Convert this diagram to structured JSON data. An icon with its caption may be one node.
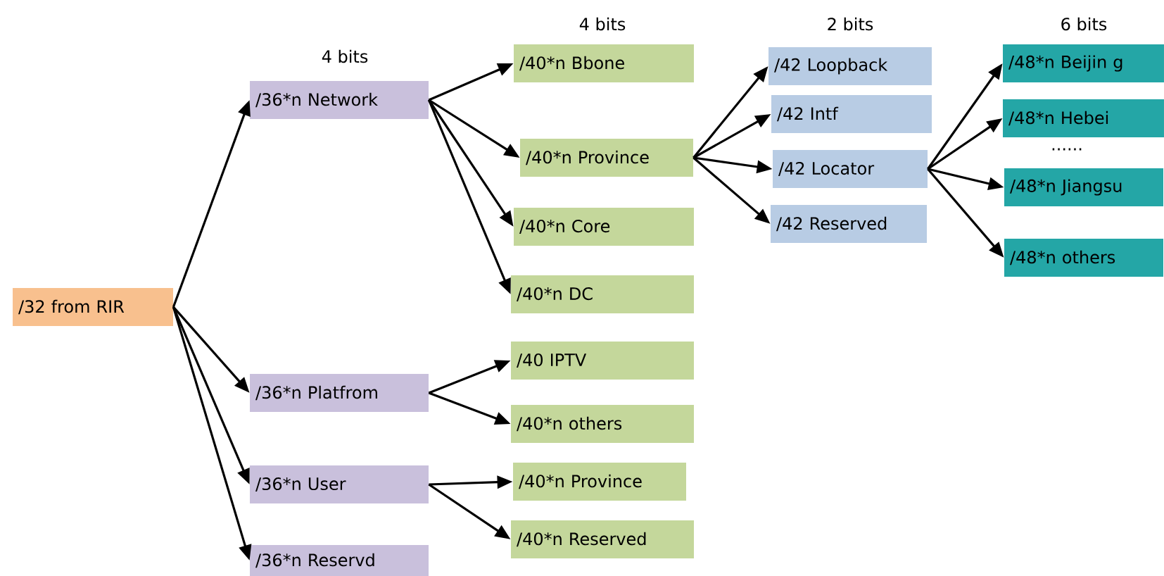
{
  "diagram": {
    "nodes": [
      {
        "text": [
          "/32 from RIR"
        ]
      },
      {
        "text": [
          "/36*n Network"
        ]
      },
      {
        "text": [
          "/36*n Platfrom"
        ]
      },
      {
        "text": [
          "/36*n User"
        ]
      },
      {
        "text": [
          "/36*n Reservd"
        ]
      },
      {
        "text": [
          "/40*n Bbone"
        ]
      },
      {
        "text": [
          "/40*n Province"
        ]
      },
      {
        "text": [
          "/40*n Core"
        ]
      },
      {
        "text": [
          "/40*n DC"
        ]
      },
      {
        "text": [
          "/40 IPTV"
        ]
      },
      {
        "text": [
          "/40*n others"
        ]
      },
      {
        "text": [
          "/40*n Province"
        ]
      },
      {
        "text": [
          "/40*n Reserved"
        ]
      },
      {
        "text": [
          "/42 Loopback"
        ]
      },
      {
        "text": [
          "/42 Intf"
        ]
      },
      {
        "text": [
          "/42 Locator"
        ]
      },
      {
        "text": [
          "/42 Reserved"
        ]
      },
      {
        "text": [
          "/48*n Beijin g"
        ]
      },
      {
        "text": [
          "/48*n Hebei"
        ]
      },
      {
        "text": [
          "/48*n Jiangsu"
        ]
      },
      {
        "text": [
          "/48*n others"
        ]
      }
    ],
    "edges": [
      {
        "from": 0,
        "to": 1,
        "arrow": "to"
      },
      {
        "from": 0,
        "to": 2,
        "arrow": "to"
      },
      {
        "from": 0,
        "to": 3,
        "arrow": "to"
      },
      {
        "from": 0,
        "to": 4,
        "arrow": "to"
      },
      {
        "from": 1,
        "to": 5,
        "arrow": "to"
      },
      {
        "from": 1,
        "to": 6,
        "arrow": "to"
      },
      {
        "from": 1,
        "to": 7,
        "arrow": "to"
      },
      {
        "from": 1,
        "to": 8,
        "arrow": "to"
      },
      {
        "from": 2,
        "to": 9,
        "arrow": "to"
      },
      {
        "from": 2,
        "to": 10,
        "arrow": "to"
      },
      {
        "from": 3,
        "to": 11,
        "arrow": "to"
      },
      {
        "from": 3,
        "to": 12,
        "arrow": "to"
      },
      {
        "from": 6,
        "to": 13,
        "arrow": "to"
      },
      {
        "from": 6,
        "to": 14,
        "arrow": "to"
      },
      {
        "from": 6,
        "to": 15,
        "arrow": "to"
      },
      {
        "from": 6,
        "to": 16,
        "arrow": "to"
      },
      {
        "from": 15,
        "to": 17,
        "arrow": "to"
      },
      {
        "from": 15,
        "to": 18,
        "arrow": "to"
      },
      {
        "from": 15,
        "to": 19,
        "arrow": "to"
      },
      {
        "from": 15,
        "to": 20,
        "arrow": "to"
      }
    ],
    "labels": [
      "4 bits",
      "4 bits",
      "2 bits",
      "6 bits",
      "......"
    ]
  }
}
